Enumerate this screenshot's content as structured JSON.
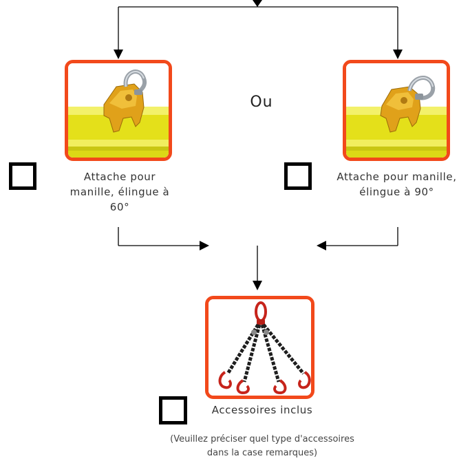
{
  "separator": "Ou",
  "options": {
    "left": {
      "caption": "Attache pour manille, élingue à 60°",
      "image_icon": "shackle-beam-clamp-icon"
    },
    "right": {
      "caption": "Attache pour manille, élingue à 90°",
      "image_icon": "shackle-beam-clamp-icon"
    },
    "bottom": {
      "caption": "Accessoires inclus",
      "image_icon": "four-leg-chain-sling-icon"
    }
  },
  "note": {
    "line1": "(Veuillez préciser quel type d'accessoires",
    "line2": "dans la case remarques)"
  },
  "colors": {
    "card_border": "#f2491b",
    "beam": "#e9e61c",
    "clamp": "#e0a11a",
    "chain": "#1e1e1e",
    "hook": "#c6241b"
  }
}
